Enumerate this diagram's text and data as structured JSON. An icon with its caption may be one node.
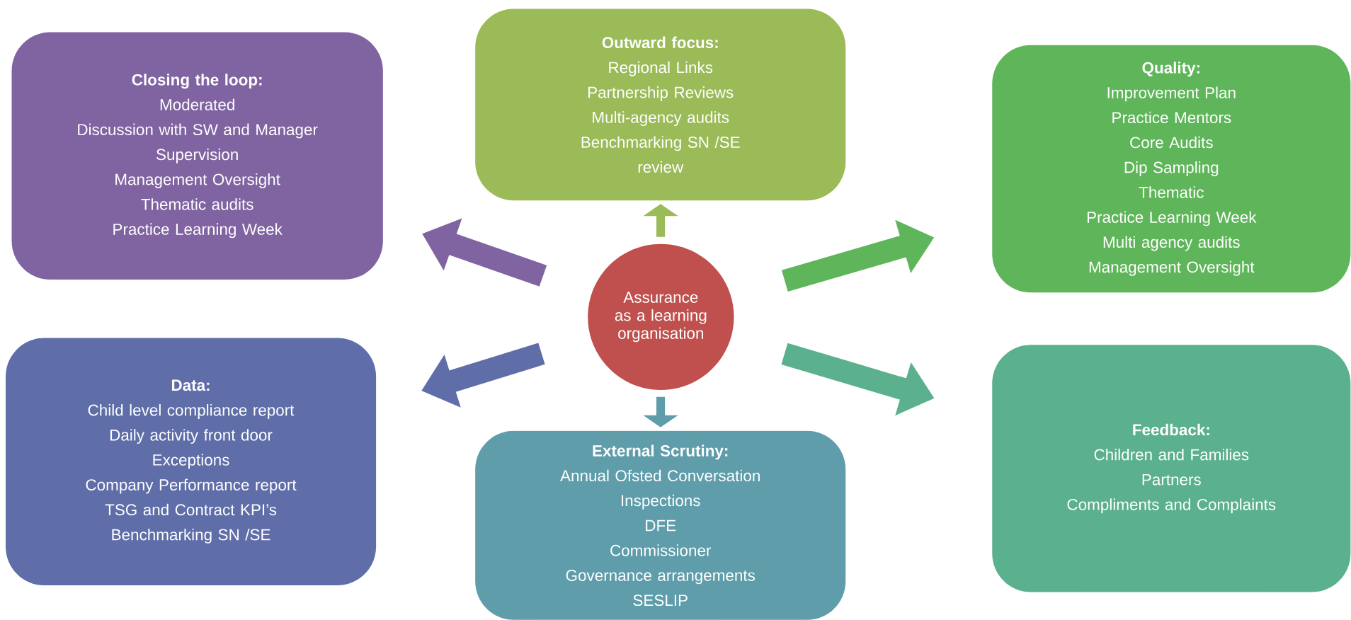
{
  "diagram": {
    "nodes": [
      {
        "text": [
          "Closing the loop:",
          "Moderated",
          "Discussion with SW and Manager",
          "Supervision",
          "Management Oversight",
          "Thematic audits",
          "Practice Learning Week"
        ]
      },
      {
        "text": [
          "Outward focus:",
          "Regional Links",
          "Partnership Reviews",
          "Multi-agency audits",
          "Benchmarking SN /SE",
          "review"
        ]
      },
      {
        "text": [
          "Quality:",
          "Improvement Plan",
          "Practice Mentors",
          "Core Audits",
          "Dip Sampling",
          "Thematic",
          "Practice Learning Week",
          "Multi agency audits",
          "Management Oversight"
        ]
      },
      {
        "text": [
          "Assurance as a learning organisation"
        ]
      },
      {
        "text": [
          "Data:",
          "Child level compliance report",
          "Daily activity front door",
          "Exceptions",
          "Company Performance report",
          "TSG and Contract KPI’s",
          "Benchmarking SN /SE"
        ]
      },
      {
        "text": [
          "External Scrutiny:",
          "Annual Ofsted Conversation",
          "Inspections",
          "DFE",
          "Commissioner",
          "Governance arrangements",
          "SESLIP"
        ]
      },
      {
        "text": [
          "Feedback:",
          "Children and Families",
          "Partners",
          "Compliments and Complaints"
        ]
      }
    ],
    "edges": [
      {
        "from": 3,
        "to": 0,
        "arrow": "to",
        "color": "#8064a2"
      },
      {
        "from": 3,
        "to": 1,
        "arrow": "to",
        "color": "#9bbb59"
      },
      {
        "from": 3,
        "to": 2,
        "arrow": "to",
        "color": "#5fb65a"
      },
      {
        "from": 3,
        "to": 4,
        "arrow": "to",
        "color": "#5f6ea8"
      },
      {
        "from": 3,
        "to": 5,
        "arrow": "to",
        "color": "#5f9dab"
      },
      {
        "from": 3,
        "to": 6,
        "arrow": "to",
        "color": "#5bb08e"
      }
    ]
  }
}
